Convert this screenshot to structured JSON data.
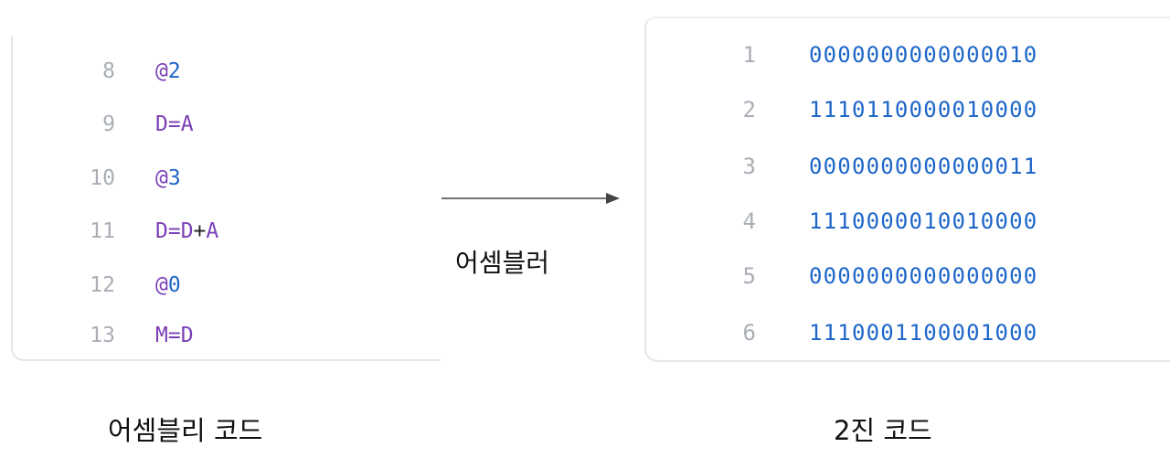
{
  "assembly_panel": {
    "lines": [
      {
        "num": "8",
        "tokens": [
          {
            "t": "@",
            "c": "purple"
          },
          {
            "t": "2",
            "c": "blue"
          }
        ]
      },
      {
        "num": "9",
        "tokens": [
          {
            "t": "D=A",
            "c": "purple"
          }
        ]
      },
      {
        "num": "10",
        "tokens": [
          {
            "t": "@",
            "c": "purple"
          },
          {
            "t": "3",
            "c": "blue"
          }
        ]
      },
      {
        "num": "11",
        "tokens": [
          {
            "t": "D=D",
            "c": "purple"
          },
          {
            "t": "+",
            "c": "dark"
          },
          {
            "t": "A",
            "c": "purple"
          }
        ]
      },
      {
        "num": "12",
        "tokens": [
          {
            "t": "@",
            "c": "purple"
          },
          {
            "t": "0",
            "c": "blue"
          }
        ]
      },
      {
        "num": "13",
        "tokens": [
          {
            "t": "M=D",
            "c": "purple"
          }
        ]
      }
    ]
  },
  "binary_panel": {
    "lines": [
      {
        "num": "1",
        "code": "0000000000000010"
      },
      {
        "num": "2",
        "code": "1110110000010000"
      },
      {
        "num": "3",
        "code": "0000000000000011"
      },
      {
        "num": "4",
        "code": "1110000010010000"
      },
      {
        "num": "5",
        "code": "0000000000000000"
      },
      {
        "num": "6",
        "code": "1110001100001000"
      }
    ]
  },
  "arrow": {
    "label": "어셈블러"
  },
  "captions": {
    "assembly": "어셈블리 코드",
    "binary": "2진 코드"
  },
  "colors": {
    "keyword_purple": "#7a3fb6",
    "number_blue": "#1e66c8",
    "line_number_gray": "#a9aeb5",
    "panel_border": "#e4e6ea"
  }
}
